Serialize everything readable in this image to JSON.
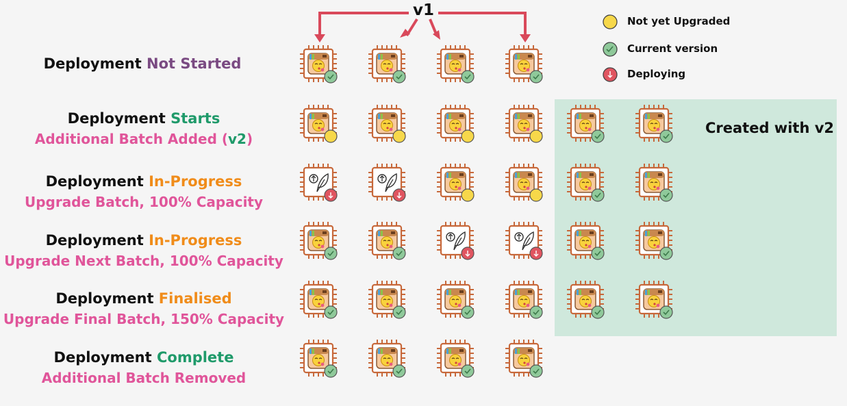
{
  "header": {
    "version_label": "v1"
  },
  "legend": [
    {
      "label": "Not yet Upgraded",
      "state": "yellow"
    },
    {
      "label": "Current version",
      "state": "green"
    },
    {
      "label": "Deploying",
      "state": "red"
    }
  ],
  "v2_region": {
    "label": "Created with v2"
  },
  "colors": {
    "state_green": "#8fc99a",
    "state_yellow": "#f7d84a",
    "state_red": "#e05560",
    "new_region": "#cfe8dc",
    "arrow": "#d9495b",
    "chip": "#c7683a",
    "accent_pink": "#e0559a",
    "accent_purple": "#7a4a82",
    "accent_green": "#1f9a6a",
    "accent_orange": "#f08c1a"
  },
  "rows": [
    {
      "line1_prefix": "Deployment",
      "line1_status": "Not Started",
      "status_color": "#7a4a82",
      "line2": "",
      "line2_extra": "",
      "line2_suffix": "",
      "servers": [
        "app:green",
        "app:green",
        "app:green",
        "app:green"
      ],
      "extra_servers": []
    },
    {
      "line1_prefix": "Deployment",
      "line1_status": "Starts",
      "status_color": "#1f9a6a",
      "line2": "Additional Batch Added (",
      "line2_extra": "v2",
      "line2_suffix": ")",
      "servers": [
        "app:yellow",
        "app:yellow",
        "app:yellow",
        "app:yellow"
      ],
      "extra_servers": [
        "app:green",
        "app:green"
      ]
    },
    {
      "line1_prefix": "Deployment",
      "line1_status": "In-Progress",
      "status_color": "#f08c1a",
      "line2": "Upgrade Batch, 100% Capacity",
      "line2_extra": "",
      "line2_suffix": "",
      "servers": [
        "leaf:red",
        "leaf:red",
        "app:yellow",
        "app:yellow"
      ],
      "extra_servers": [
        "app:green",
        "app:green"
      ]
    },
    {
      "line1_prefix": "Deployment",
      "line1_status": "In-Progress",
      "status_color": "#f08c1a",
      "line2": "Upgrade Next Batch, 100% Capacity",
      "line2_extra": "",
      "line2_suffix": "",
      "servers": [
        "app:green",
        "app:green",
        "leaf:red",
        "leaf:red"
      ],
      "extra_servers": [
        "app:green",
        "app:green"
      ]
    },
    {
      "line1_prefix": "Deployment",
      "line1_status": "Finalised",
      "status_color": "#f08c1a",
      "line2": "Upgrade Final Batch, 150% Capacity",
      "line2_extra": "",
      "line2_suffix": "",
      "servers": [
        "app:green",
        "app:green",
        "app:green",
        "app:green"
      ],
      "extra_servers": [
        "app:green",
        "app:green"
      ]
    },
    {
      "line1_prefix": "Deployment",
      "line1_status": "Complete",
      "status_color": "#1f9a6a",
      "line2": "Additional Batch Removed",
      "line2_extra": "",
      "line2_suffix": "",
      "servers": [
        "app:green",
        "app:green",
        "app:green",
        "app:green"
      ],
      "extra_servers": []
    }
  ]
}
